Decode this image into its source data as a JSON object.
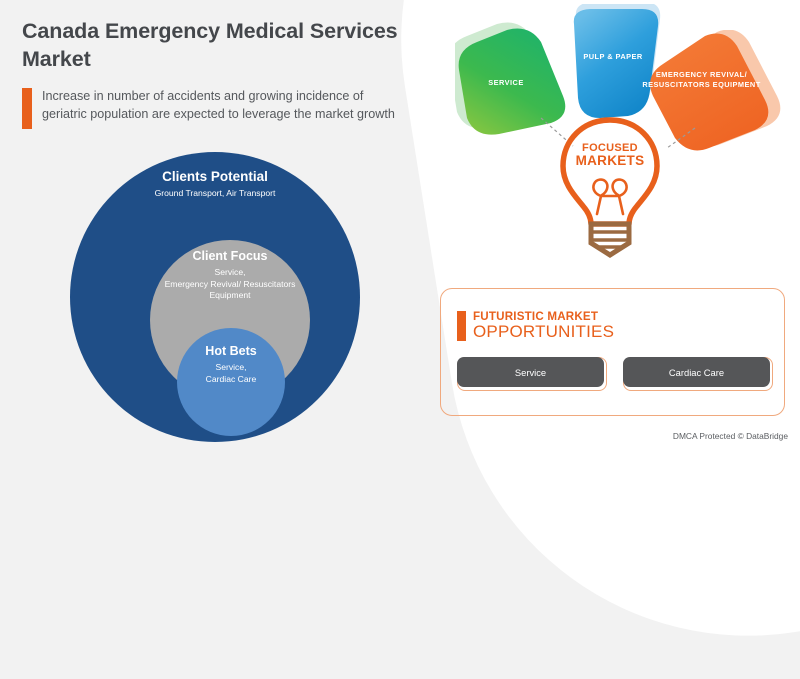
{
  "header": {
    "title": "Canada Emergency Medical Services Market",
    "subtitle": "Increase in number of accidents and growing incidence of geriatric population are expected to leverage the market growth",
    "accent_color": "#E8601C",
    "title_color": "#44474B"
  },
  "circles": {
    "outer": {
      "title": "Clients Potential",
      "subtitle": "Ground Transport, Air Transport",
      "color": "#1F4E87"
    },
    "middle": {
      "title": "Client Focus",
      "subtitle": "Service,\nEmergency Revival/ Resuscitators Equipment",
      "color": "#ABABAB"
    },
    "inner": {
      "title": "Hot Bets",
      "subtitle": "Service,\nCardiac Care",
      "color": "#5189C8"
    }
  },
  "petals": [
    {
      "label": "SERVICE",
      "color": "#34B857"
    },
    {
      "label": "PULP & PAPER",
      "color": "#1C9AD6"
    },
    {
      "label": "EMERGENCY REVIVAL/ RESUSCITATORS EQUIPMENT",
      "color": "#F06A2A"
    }
  ],
  "bulb": {
    "line1": "FOCUSED",
    "line2": "MARKETS",
    "outline_color": "#E8601C",
    "base_color": "#9B6A41"
  },
  "opportunities": {
    "heading_line1": "FUTURISTIC MARKET",
    "heading_line2": "OPPORTUNITIES",
    "chips": [
      "Service",
      "Cardiac Care"
    ],
    "border_color": "#F0A97E",
    "chip_color": "#555658"
  },
  "footer": {
    "text": "DMCA Protected © DataBridge"
  }
}
